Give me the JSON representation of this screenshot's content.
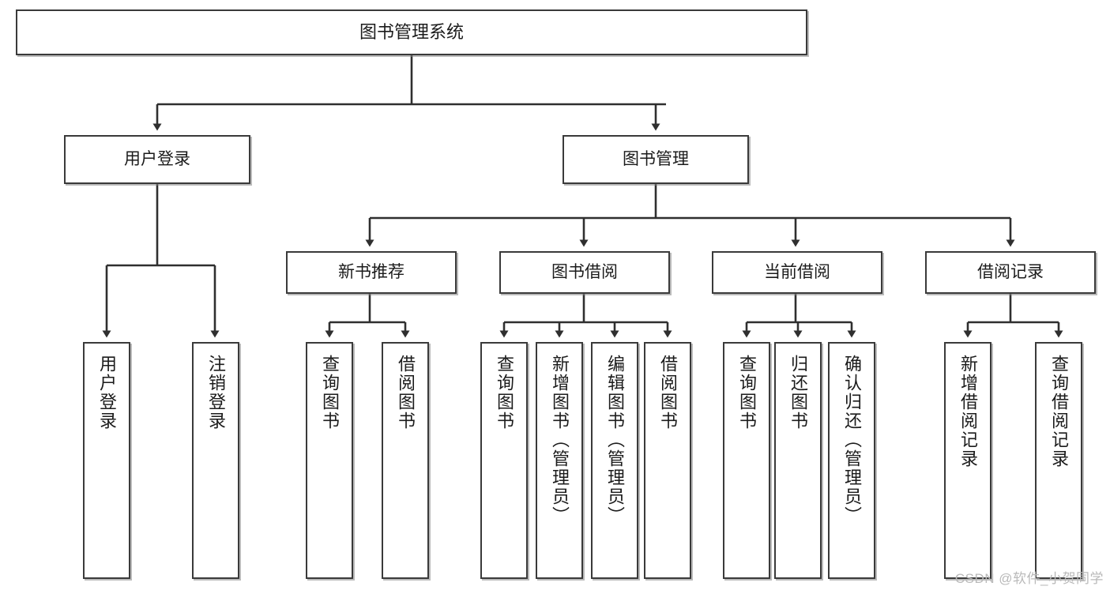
{
  "diagram": {
    "title": "图书管理系统",
    "type": "tree",
    "watermark": "CSDN @软件_小贺同学",
    "colors": {
      "box_border": "#3a3a3a",
      "box_fill": "#ffffff",
      "edge": "#2f2f2f",
      "text": "#1b1b1b",
      "watermark": "#b9b9b9"
    },
    "nodes": {
      "root": {
        "label": "图书管理系统"
      },
      "level1": [
        {
          "id": "user-login",
          "label": "用户登录"
        },
        {
          "id": "book-manage",
          "label": "图书管理"
        }
      ],
      "level2": [
        {
          "id": "new-book-recommend",
          "label": "新书推荐"
        },
        {
          "id": "book-borrow",
          "label": "图书借阅"
        },
        {
          "id": "current-borrow",
          "label": "当前借阅"
        },
        {
          "id": "borrow-record",
          "label": "借阅记录"
        }
      ],
      "leaves": {
        "user-login": [
          {
            "id": "leaf-user-login",
            "label": "用户登录"
          },
          {
            "id": "leaf-logout",
            "label": "注销登录"
          }
        ],
        "new-book-recommend": [
          {
            "id": "leaf-query-book-1",
            "label": "查询图书"
          },
          {
            "id": "leaf-borrow-book-1",
            "label": "借阅图书"
          }
        ],
        "book-borrow": [
          {
            "id": "leaf-query-book-2",
            "label": "查询图书"
          },
          {
            "id": "leaf-add-book",
            "label": "新增图书（管理员）"
          },
          {
            "id": "leaf-edit-book",
            "label": "编辑图书（管理员）"
          },
          {
            "id": "leaf-borrow-book-2",
            "label": "借阅图书"
          }
        ],
        "current-borrow": [
          {
            "id": "leaf-query-book-3",
            "label": "查询图书"
          },
          {
            "id": "leaf-return-book",
            "label": "归还图书"
          },
          {
            "id": "leaf-confirm-return",
            "label": "确认归还（管理员）"
          }
        ],
        "borrow-record": [
          {
            "id": "leaf-add-record",
            "label": "新增借阅记录"
          },
          {
            "id": "leaf-query-record",
            "label": "查询借阅记录"
          }
        ]
      }
    }
  }
}
